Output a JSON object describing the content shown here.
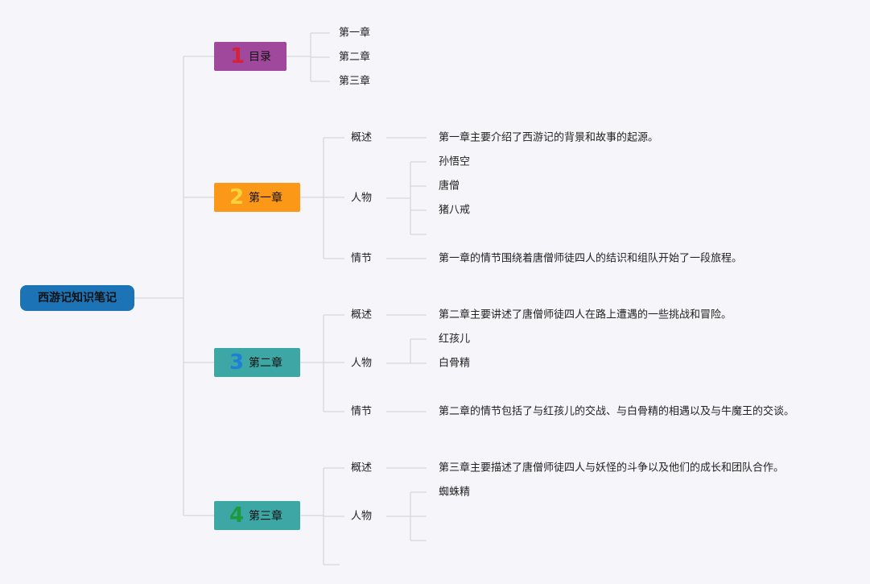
{
  "root": {
    "label": "西游记知识笔记",
    "color": "#1c73b6",
    "children": [
      {
        "number": "1",
        "label": "目录",
        "color": "#a0489c",
        "number_color": "#d6213a",
        "children": [
          {
            "label": "第一章",
            "children": []
          },
          {
            "label": "第二章",
            "children": []
          },
          {
            "label": "第三章",
            "children": []
          }
        ]
      },
      {
        "number": "2",
        "label": "第一章",
        "color": "#fb9817",
        "number_color": "#f7d23a",
        "children": [
          {
            "label": "概述",
            "children": [
              {
                "label": "第一章主要介绍了西游记的背景和故事的起源。"
              }
            ]
          },
          {
            "label": "人物",
            "children": [
              {
                "label": "孙悟空"
              },
              {
                "label": "唐僧"
              },
              {
                "label": "猪八戒"
              },
              {
                "label": ""
              }
            ]
          },
          {
            "label": "情节",
            "children": [
              {
                "label": "第一章的情节围绕着唐僧师徒四人的结识和组队开始了一段旅程。"
              }
            ]
          }
        ]
      },
      {
        "number": "3",
        "label": "第二章",
        "color": "#3da7a5",
        "number_color": "#1f7fd6",
        "children": [
          {
            "label": "概述",
            "children": [
              {
                "label": "第二章主要讲述了唐僧师徒四人在路上遭遇的一些挑战和冒险。"
              }
            ]
          },
          {
            "label": "人物",
            "children": [
              {
                "label": "红孩儿"
              },
              {
                "label": "白骨精"
              }
            ]
          },
          {
            "label": "情节",
            "children": [
              {
                "label": "第二章的情节包括了与红孩儿的交战、与白骨精的相遇以及与牛魔王的交谈。"
              }
            ]
          }
        ]
      },
      {
        "number": "4",
        "label": "第三章",
        "color": "#3da7a5",
        "number_color": "#1e9a3e",
        "children": [
          {
            "label": "概述",
            "children": [
              {
                "label": "第三章主要描述了唐僧师徒四人与妖怪的斗争以及他们的成长和团队合作。"
              }
            ]
          },
          {
            "label": "人物",
            "children": [
              {
                "label": "蜘蛛精"
              },
              {
                "label": ""
              },
              {
                "label": ""
              }
            ]
          },
          {
            "label": "",
            "children": []
          }
        ]
      }
    ]
  }
}
